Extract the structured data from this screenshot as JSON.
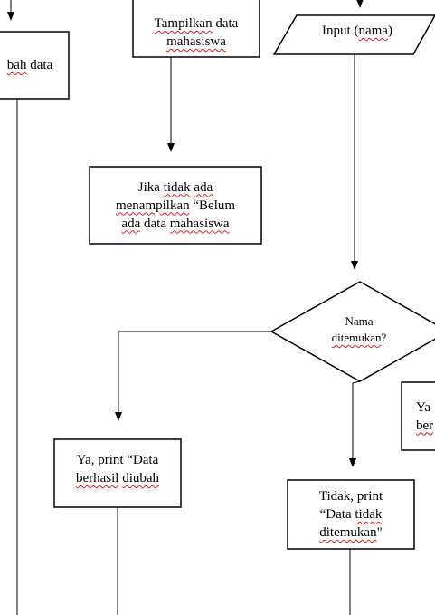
{
  "nodes": {
    "ubah_data": {
      "lines": [
        [
          {
            "t": "bah",
            "s": true
          },
          {
            "t": " data",
            "s": false
          }
        ]
      ]
    },
    "tampilkan": {
      "lines": [
        [
          {
            "t": "Tampilkan",
            "s": true
          },
          {
            "t": " data",
            "s": false
          }
        ],
        [
          {
            "t": "mahasiswa",
            "s": true
          }
        ]
      ]
    },
    "input_nama": {
      "lines": [
        [
          {
            "t": "Input (",
            "s": false
          },
          {
            "t": "nama",
            "s": true
          },
          {
            "t": ")",
            "s": false
          }
        ]
      ]
    },
    "jika_tidak": {
      "lines": [
        [
          {
            "t": "Jika ",
            "s": false
          },
          {
            "t": "tidak",
            "s": true
          },
          {
            "t": " ",
            "s": false
          },
          {
            "t": "ada",
            "s": true
          }
        ],
        [
          {
            "t": "menampilkan",
            "s": true
          },
          {
            "t": " “Belum",
            "s": false
          }
        ],
        [
          {
            "t": "ada",
            "s": true
          },
          {
            "t": " data ",
            "s": false
          },
          {
            "t": "mahasiswa",
            "s": true
          }
        ]
      ]
    },
    "nama_ditemukan": {
      "lines": [
        [
          {
            "t": "Nama",
            "s": false
          }
        ],
        [
          {
            "t": "ditemukan",
            "s": true
          },
          {
            "t": "?",
            "s": false
          }
        ]
      ]
    },
    "ya_ber": {
      "lines": [
        [
          {
            "t": "Ya",
            "s": false
          }
        ],
        [
          {
            "t": "ber",
            "s": true
          }
        ]
      ]
    },
    "ya_print": {
      "lines": [
        [
          {
            "t": "Ya, print “Data",
            "s": false
          }
        ],
        [
          {
            "t": "berhasil",
            "s": true
          },
          {
            "t": " ",
            "s": false
          },
          {
            "t": "diubah",
            "s": true
          }
        ]
      ]
    },
    "tidak_print": {
      "lines": [
        [
          {
            "t": "Tidak, print",
            "s": false
          }
        ],
        [
          {
            "t": "“Data ",
            "s": false
          },
          {
            "t": "tidak",
            "s": true
          }
        ],
        [
          {
            "t": "ditemukan",
            "s": true
          },
          {
            "t": "\"",
            "s": false
          }
        ]
      ]
    }
  },
  "colors": {
    "stroke": "#000000",
    "spellcheck": "#e02020",
    "background": "#ffffff"
  }
}
